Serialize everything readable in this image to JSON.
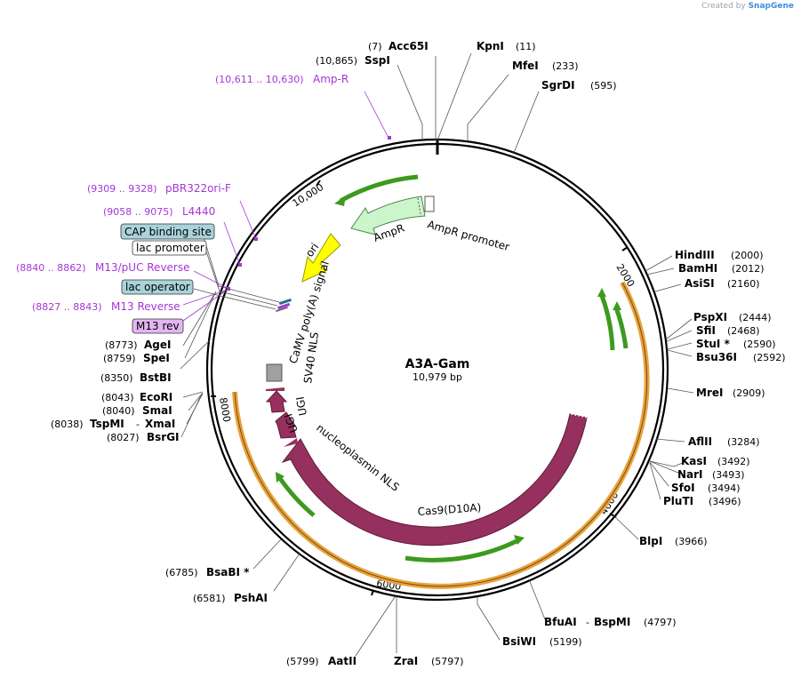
{
  "watermark": {
    "prefix": "Created by",
    "brand": "SnapGene"
  },
  "plasmid": {
    "name": "A3A-Gam",
    "size_label": "10,979 bp",
    "length": 10979
  },
  "ticks": [
    {
      "bp": 2000,
      "label": "2000"
    },
    {
      "bp": 4000,
      "label": "4000"
    },
    {
      "bp": 6000,
      "label": "6000"
    },
    {
      "bp": 8000,
      "label": "8000"
    },
    {
      "bp": 10000,
      "label": "10,000"
    }
  ],
  "sites": [
    {
      "name": "Acc65I",
      "pos": "(7)"
    },
    {
      "name": "KpnI",
      "pos": "(11)"
    },
    {
      "name": "SspI",
      "pos": "(10,865)"
    },
    {
      "name": "MfeI",
      "pos": "(233)"
    },
    {
      "name": "SgrDI",
      "pos": "(595)"
    },
    {
      "name": "HindIII",
      "pos": "(2000)"
    },
    {
      "name": "BamHI",
      "pos": "(2012)"
    },
    {
      "name": "AsiSI",
      "pos": "(2160)"
    },
    {
      "name": "PspXI",
      "pos": "(2444)"
    },
    {
      "name": "SfiI",
      "pos": "(2468)"
    },
    {
      "name": "StuI *",
      "pos": "(2590)"
    },
    {
      "name": "Bsu36I",
      "pos": "(2592)"
    },
    {
      "name": "MreI",
      "pos": "(2909)"
    },
    {
      "name": "AflII",
      "pos": "(3284)"
    },
    {
      "name": "KasI",
      "pos": "(3492)"
    },
    {
      "name": "NarI",
      "pos": "(3493)"
    },
    {
      "name": "SfoI",
      "pos": "(3494)"
    },
    {
      "name": "PluTI",
      "pos": "(3496)"
    },
    {
      "name": "BlpI",
      "pos": "(3966)"
    },
    {
      "name": "BfuAI",
      "pos": "(4797)"
    },
    {
      "name": "BspMI",
      "pos": ""
    },
    {
      "name": "BsiWI",
      "pos": "(5199)"
    },
    {
      "name": "ZraI",
      "pos": "(5797)"
    },
    {
      "name": "AatII",
      "pos": "(5799)"
    },
    {
      "name": "PshAI",
      "pos": "(6581)"
    },
    {
      "name": "BsaBI *",
      "pos": "(6785)"
    },
    {
      "name": "BsrGI",
      "pos": "(8027)"
    },
    {
      "name": "TspMI",
      "pos": "(8038)"
    },
    {
      "name": "XmaI",
      "pos": ""
    },
    {
      "name": "SmaI",
      "pos": "(8040)"
    },
    {
      "name": "EcoRI",
      "pos": "(8043)"
    },
    {
      "name": "BstBI",
      "pos": "(8350)"
    },
    {
      "name": "SpeI",
      "pos": "(8759)"
    },
    {
      "name": "AgeI",
      "pos": "(8773)"
    }
  ],
  "primers": [
    {
      "name": "Amp-R",
      "pos": "(10,611 .. 10,630)"
    },
    {
      "name": "pBR322ori-F",
      "pos": "(9309 .. 9328)"
    },
    {
      "name": "L4440",
      "pos": "(9058 .. 9075)"
    },
    {
      "name": "M13/pUC Reverse",
      "pos": "(8840 .. 8862)"
    },
    {
      "name": "M13 Reverse",
      "pos": "(8827 .. 8843)"
    }
  ],
  "boxes": [
    {
      "name": "CAP binding site",
      "color": "#a9d3da"
    },
    {
      "name": "lac promoter",
      "color": "#ffffff"
    },
    {
      "name": "lac operator",
      "color": "#a9d3da"
    },
    {
      "name": "M13 rev",
      "color": "#e3b6f2"
    }
  ],
  "features": [
    {
      "name": "AmpR",
      "color": "#ccf5cc"
    },
    {
      "name": "AmpR promoter",
      "color": "#ffffff"
    },
    {
      "name": "ori",
      "color": "#ffff00"
    },
    {
      "name": "CaMV poly(A) signal",
      "color": "#a0a0a0"
    },
    {
      "name": "SV40 NLS",
      "color": "#96305f"
    },
    {
      "name": "UGI",
      "color": "#96305f"
    },
    {
      "name": "UGI",
      "color": "#96305f"
    },
    {
      "name": "nucleoplasmin NLS",
      "color": "#96305f"
    },
    {
      "name": "Cas9(D10A)",
      "color": "#96305f"
    }
  ],
  "colors": {
    "backbone": "#000000",
    "orf": "#e8a33c",
    "orf_arrow": "#3c9a1f",
    "primer": "#a536d6"
  }
}
